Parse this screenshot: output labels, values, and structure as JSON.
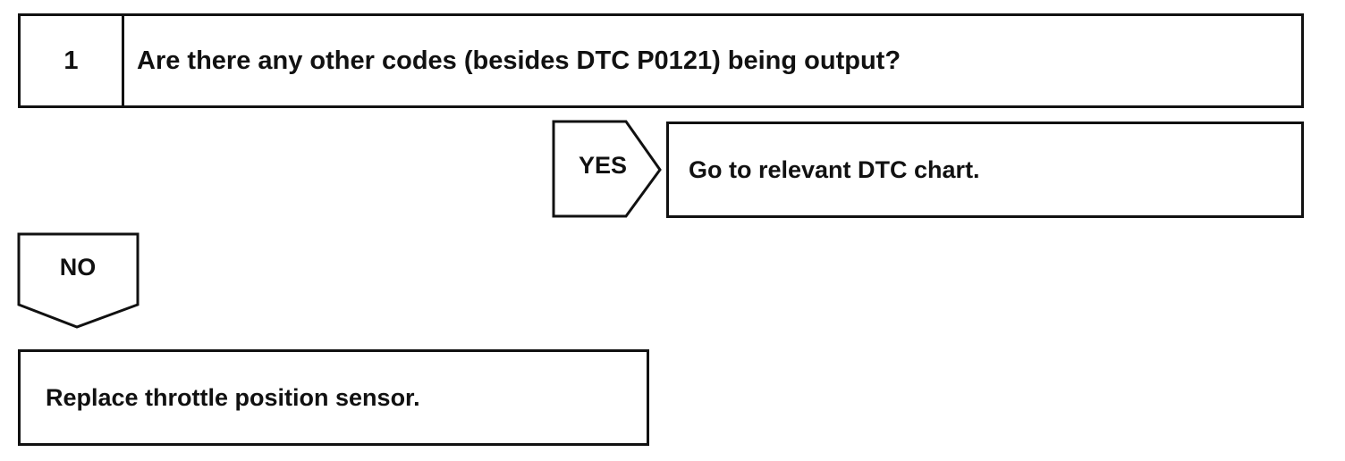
{
  "step": {
    "number": "1",
    "question": "Are there any other codes (besides DTC P0121) being output?"
  },
  "yes_branch": {
    "label": "YES",
    "result": "Go to relevant DTC chart."
  },
  "no_branch": {
    "label": "NO",
    "result": "Replace throttle position sensor."
  }
}
